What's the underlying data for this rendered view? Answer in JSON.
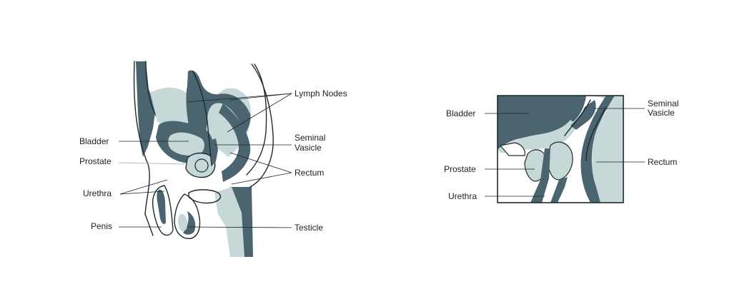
{
  "colors": {
    "dark": "#4b6570",
    "light": "#c6d8d8",
    "outline": "#1e2a30",
    "text": "#222222"
  },
  "left_labels": {
    "lymph_nodes": "Lymph Nodes",
    "bladder": "Bladder",
    "seminal_vasicle_1": "Seminal",
    "seminal_vasicle_2": "Vasicle",
    "prostate": "Prostate",
    "rectum": "Rectum",
    "urethra": "Urethra",
    "penis": "Penis",
    "testicle": "Testicle"
  },
  "right_labels": {
    "bladder": "Bladder",
    "seminal_vasicle_1": "Seminal",
    "seminal_vasicle_2": "Vasicle",
    "prostate": "Prostate",
    "rectum": "Rectum",
    "urethra": "Urethra"
  }
}
